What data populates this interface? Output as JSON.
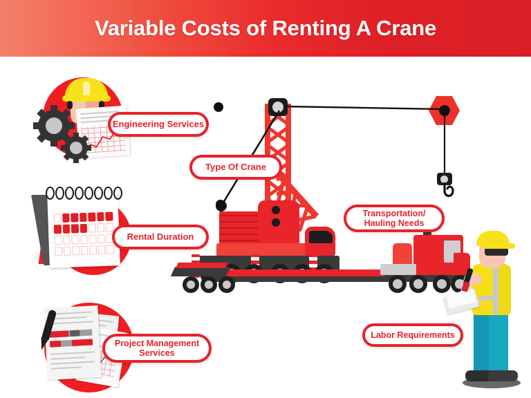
{
  "header": {
    "title": "Variable Costs of Renting A Crane",
    "gradient_from": "#f4806a",
    "gradient_to": "#d81f27",
    "text_color": "#ffffff"
  },
  "theme": {
    "accent_red": "#e8222a",
    "circle_red": "#f01d22",
    "crane_red": "#f0372f",
    "hardhat_yellow": "#f7e11b",
    "vest_yellow": "#f5e016",
    "pants_teal": "#18a7c0",
    "background": "#ffffff",
    "dark": "#1f1f1f"
  },
  "labels": [
    {
      "id": "engineering-services",
      "text": "Engineering Services",
      "lines": [
        "Engineering Services"
      ]
    },
    {
      "id": "type-of-crane",
      "text": "Type Of Crane",
      "lines": [
        "Type Of Crane"
      ]
    },
    {
      "id": "rental-duration",
      "text": "Rental Duration",
      "lines": [
        "Rental Duration"
      ]
    },
    {
      "id": "transportation-hauling-needs",
      "text": "Transportation/ Hauling Needs",
      "lines": [
        "Transportation/",
        "Hauling Needs"
      ]
    },
    {
      "id": "project-management-services",
      "text": "Project Management Services",
      "lines": [
        "Project Management",
        "Services"
      ]
    },
    {
      "id": "labor-requirements",
      "text": "Labor Requirements",
      "lines": [
        "Labor Requirements"
      ]
    }
  ],
  "illustrations": [
    {
      "id": "engineer-gears-chart",
      "name": "engineer-with-gears-and-chart-illustration"
    },
    {
      "id": "calendar",
      "name": "spiral-calendar-illustration"
    },
    {
      "id": "documents",
      "name": "stacked-documents-with-pen-illustration"
    },
    {
      "id": "crane",
      "name": "red-lattice-crane-illustration"
    },
    {
      "id": "truck-trailer",
      "name": "truck-with-lowboy-trailer-illustration"
    },
    {
      "id": "worker",
      "name": "construction-worker-with-clipboard-illustration"
    }
  ]
}
